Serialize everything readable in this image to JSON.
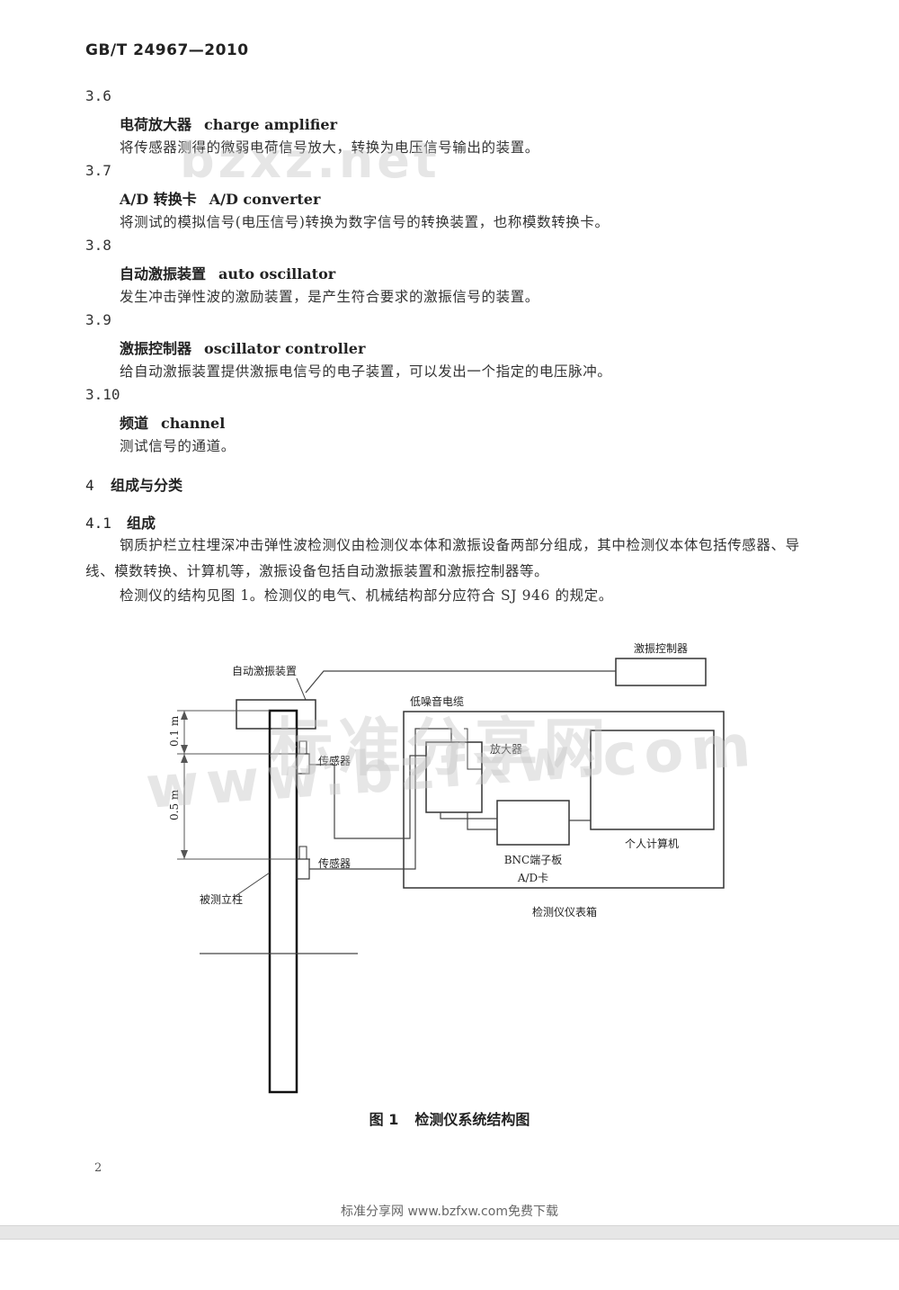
{
  "header": {
    "standard_id": "GB/T 24967—2010"
  },
  "terms": [
    {
      "number": "3.6",
      "zh": "电荷放大器",
      "en": "charge amplifier",
      "definition": "将传感器测得的微弱电荷信号放大，转换为电压信号输出的装置。"
    },
    {
      "number": "3.7",
      "zh": "A/D 转换卡",
      "en": "A/D converter",
      "definition": "将测试的模拟信号(电压信号)转换为数字信号的转换装置，也称模数转换卡。"
    },
    {
      "number": "3.8",
      "zh": "自动激振装置",
      "en": "auto oscillator",
      "definition": "发生冲击弹性波的激励装置，是产生符合要求的激振信号的装置。"
    },
    {
      "number": "3.9",
      "zh": "激振控制器",
      "en": "oscillator controller",
      "definition": "给自动激振装置提供激振电信号的电子装置，可以发出一个指定的电压脉冲。"
    },
    {
      "number": "3.10",
      "zh": "频道",
      "en": "channel",
      "definition": "测试信号的通道。"
    }
  ],
  "section4": {
    "number": "4",
    "title": "组成与分类"
  },
  "section41": {
    "number": "4.1",
    "title": "组成"
  },
  "paragraphs": [
    "钢质护栏立柱埋深冲击弹性波检测仪由检测仪本体和激振设备两部分组成，其中检测仪本体包括传感器、导线、模数转换、计算机等，激振设备包括自动激振装置和激振控制器等。",
    "检测仪的结构见图 1。检测仪的电气、机械结构部分应符合 SJ 946 的规定。"
  ],
  "figure": {
    "label": "图 1",
    "caption": "检测仪系统结构图",
    "labels": {
      "oscillator_controller": "激振控制器",
      "auto_oscillator": "自动激振装置",
      "low_noise_cable": "低噪音电缆",
      "amplifier": "放大器",
      "sensor_top": "传感器",
      "sensor_bottom": "传感器",
      "bnc_board": "BNC端子板",
      "ad_card": "A/D卡",
      "computer": "个人计算机",
      "post": "被测立柱",
      "instrument_case": "检测仪仪表箱",
      "dim_top": "0.1 m",
      "dim_bottom": "0.5 m"
    }
  },
  "page_number": "2",
  "watermarks": {
    "top": "bzxz.net",
    "middle": "标准分享网",
    "lower": "www.bzfxw.com"
  },
  "footer": {
    "text": "标准分享网 www.bzfxw.com免费下载"
  }
}
